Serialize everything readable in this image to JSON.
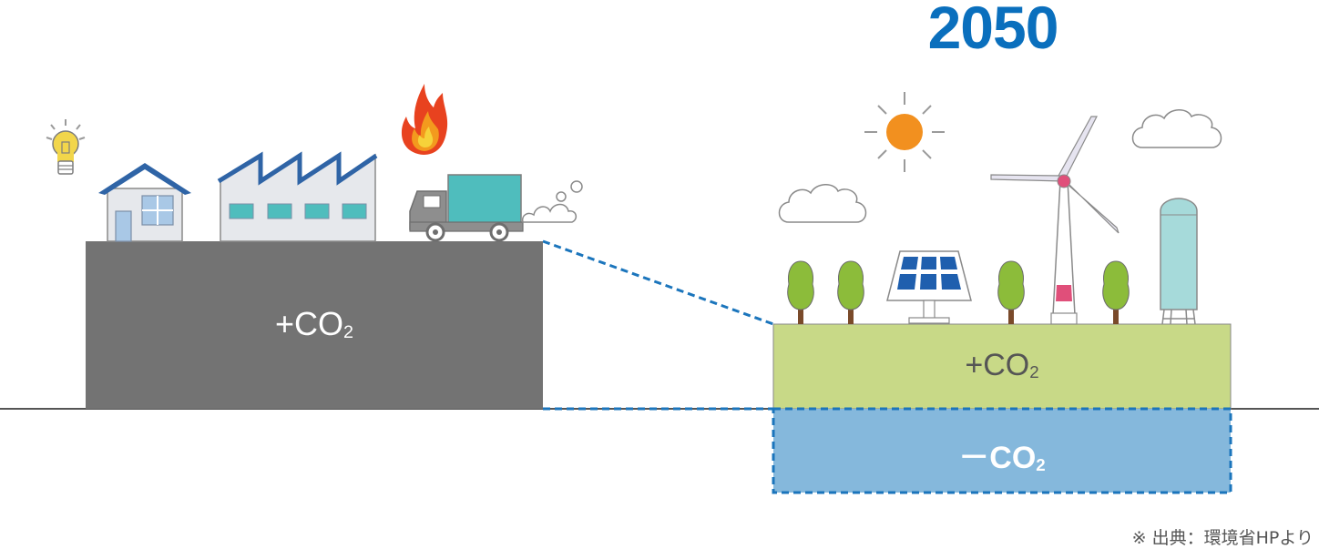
{
  "title": "2050",
  "blocks": {
    "current_emission": {
      "label": "+CO",
      "sub": "2"
    },
    "future_emission": {
      "label": "+CO",
      "sub": "2"
    },
    "future_absorption": {
      "label": "－CO",
      "sub": "2"
    }
  },
  "source_note": "※ 出典：環境省HPより",
  "colors": {
    "current_block": "#737373",
    "future_green": "#c8d987",
    "future_blue": "#85b8dc",
    "accent_blue": "#0a6fbd",
    "dashed_line": "#1b75bc"
  },
  "icons": {
    "left": [
      "light-bulb",
      "house",
      "factory",
      "flame",
      "truck",
      "exhaust-smoke"
    ],
    "right": [
      "sun",
      "cloud",
      "tree",
      "solar-panel",
      "wind-turbine",
      "hydrogen-tank"
    ]
  }
}
